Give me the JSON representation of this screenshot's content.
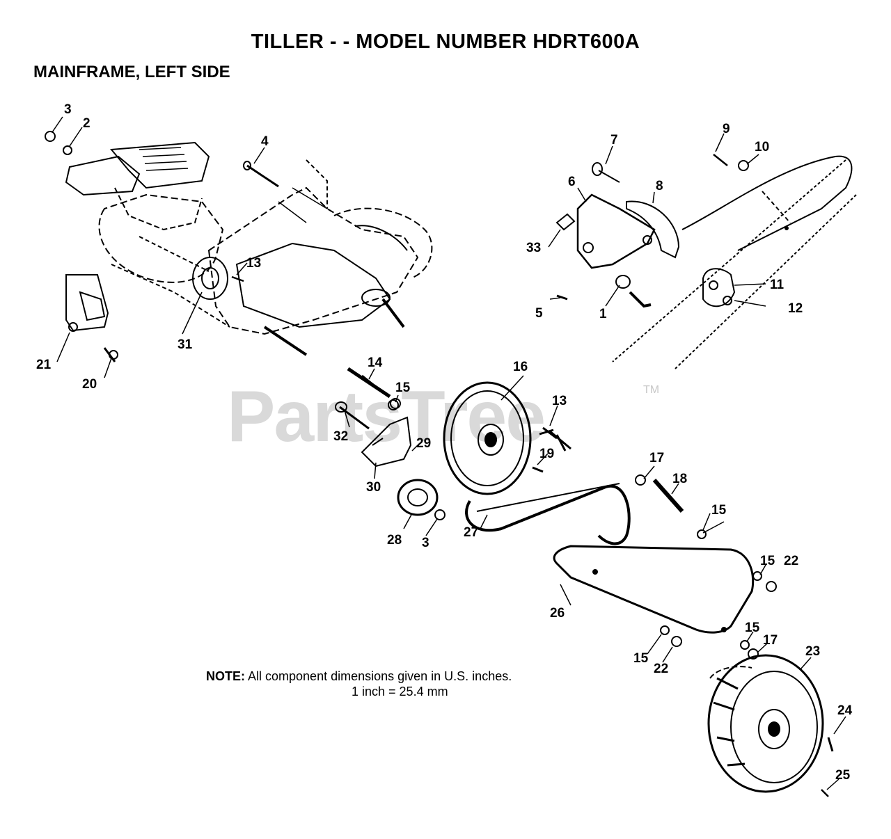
{
  "header": {
    "title": "TILLER - - MODEL NUMBER HDRT600A",
    "subtitle": "MAINFRAME, LEFT SIDE"
  },
  "watermark": {
    "text": "PartsTree",
    "tm": "TM"
  },
  "note": {
    "label": "NOTE:",
    "line1": "All component dimensions given in U.S. inches.",
    "line2": "1 inch = 25.4 mm"
  },
  "callouts": {
    "c3a": "3",
    "c2": "2",
    "c4": "4",
    "c7": "7",
    "c9": "9",
    "c10": "10",
    "c6": "6",
    "c8": "8",
    "c33": "33",
    "c13a": "13",
    "c11": "11",
    "c12": "12",
    "c5": "5",
    "c1": "1",
    "c31": "31",
    "c21": "21",
    "c20": "20",
    "c14": "14",
    "c15a": "15",
    "c16": "16",
    "c13b": "13",
    "c32": "32",
    "c29": "29",
    "c19": "19",
    "c17a": "17",
    "c18": "18",
    "c30": "30",
    "c15b": "15",
    "c28": "28",
    "c3b": "3",
    "c27": "27",
    "c15c": "15",
    "c22a": "22",
    "c26": "26",
    "c23": "23",
    "c15d": "15",
    "c17b": "17",
    "c15e": "15",
    "c22b": "22",
    "c24": "24",
    "c25": "25"
  },
  "colors": {
    "ink": "#000000",
    "watermark": "#d9d9d9"
  }
}
